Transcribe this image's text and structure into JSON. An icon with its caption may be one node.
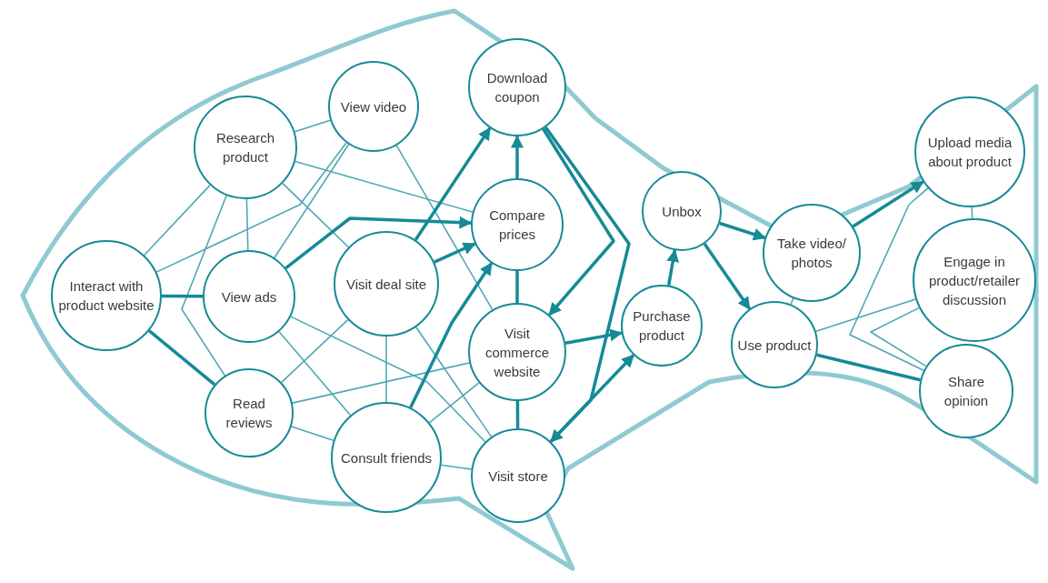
{
  "diagram": {
    "nodes": [
      {
        "text": [
          "Research product"
        ]
      },
      {
        "text": [
          "View video"
        ]
      },
      {
        "text": [
          "Download coupon"
        ]
      },
      {
        "text": [
          "Interact with product website"
        ]
      },
      {
        "text": [
          "View ads"
        ]
      },
      {
        "text": [
          "Visit deal site"
        ]
      },
      {
        "text": [
          "Compare prices"
        ]
      },
      {
        "text": [
          "Visit commerce website"
        ]
      },
      {
        "text": [
          "Read reviews"
        ]
      },
      {
        "text": [
          "Consult friends"
        ]
      },
      {
        "text": [
          "Visit store"
        ]
      },
      {
        "text": [
          "Purchase product"
        ]
      },
      {
        "text": [
          "Unbox"
        ]
      },
      {
        "text": [
          "Take video/ photos"
        ]
      },
      {
        "text": [
          "Use product"
        ]
      },
      {
        "text": [
          "Upload media about product"
        ]
      },
      {
        "text": [
          "Engage in product/retailer discussion"
        ]
      },
      {
        "text": [
          "Share opinion"
        ]
      }
    ],
    "edges": [
      {
        "from": 0,
        "to": 1,
        "arrow": "none"
      },
      {
        "from": 0,
        "to": 3,
        "arrow": "none"
      },
      {
        "from": 0,
        "to": 4,
        "arrow": "none"
      },
      {
        "from": 0,
        "to": 8,
        "arrow": "none"
      },
      {
        "from": 0,
        "to": 6,
        "arrow": "none"
      },
      {
        "from": 0,
        "to": 5,
        "arrow": "none"
      },
      {
        "from": 1,
        "to": 3,
        "arrow": "none"
      },
      {
        "from": 1,
        "to": 4,
        "arrow": "none"
      },
      {
        "from": 1,
        "to": 7,
        "arrow": "none"
      },
      {
        "from": 3,
        "to": 4,
        "arrow": "none",
        "style": "thick"
      },
      {
        "from": 3,
        "to": 8,
        "arrow": "none",
        "style": "thick"
      },
      {
        "from": 4,
        "to": 6,
        "arrow": "to",
        "style": "thick"
      },
      {
        "from": 4,
        "to": 9,
        "arrow": "none"
      },
      {
        "from": 4,
        "to": 10,
        "arrow": "none"
      },
      {
        "from": 8,
        "to": 5,
        "arrow": "none"
      },
      {
        "from": 8,
        "to": 7,
        "arrow": "none"
      },
      {
        "from": 8,
        "to": 9,
        "arrow": "none"
      },
      {
        "from": 5,
        "to": 9,
        "arrow": "none"
      },
      {
        "from": 5,
        "to": 10,
        "arrow": "none"
      },
      {
        "from": 5,
        "to": 6,
        "arrow": "to",
        "style": "thick"
      },
      {
        "from": 5,
        "to": 2,
        "arrow": "to",
        "style": "thick"
      },
      {
        "from": 9,
        "to": 6,
        "arrow": "to",
        "style": "thick"
      },
      {
        "from": 9,
        "to": 7,
        "arrow": "none"
      },
      {
        "from": 9,
        "to": 10,
        "arrow": "none"
      },
      {
        "from": 6,
        "to": 2,
        "arrow": "to",
        "style": "thick"
      },
      {
        "from": 6,
        "to": 7,
        "arrow": "none",
        "style": "thick"
      },
      {
        "from": 2,
        "to": 7,
        "arrow": "to",
        "style": "thick"
      },
      {
        "from": 2,
        "to": 10,
        "arrow": "to",
        "style": "thick"
      },
      {
        "from": 7,
        "to": 10,
        "arrow": "none",
        "style": "thick"
      },
      {
        "from": 7,
        "to": 11,
        "arrow": "to",
        "style": "thick"
      },
      {
        "from": 10,
        "to": 11,
        "arrow": "to",
        "style": "thick"
      },
      {
        "from": 11,
        "to": 12,
        "arrow": "to",
        "style": "thick"
      },
      {
        "from": 12,
        "to": 13,
        "arrow": "to",
        "style": "thick"
      },
      {
        "from": 12,
        "to": 14,
        "arrow": "to",
        "style": "thick"
      },
      {
        "from": 14,
        "to": 13,
        "arrow": "none"
      },
      {
        "from": 13,
        "to": 15,
        "arrow": "to",
        "style": "thick"
      },
      {
        "from": 14,
        "to": 16,
        "arrow": "none"
      },
      {
        "from": 14,
        "to": 17,
        "arrow": "none",
        "style": "thick"
      },
      {
        "from": 15,
        "to": 16,
        "arrow": "none"
      },
      {
        "from": 15,
        "to": 17,
        "arrow": "none"
      },
      {
        "from": 16,
        "to": 17,
        "arrow": "none"
      }
    ]
  }
}
